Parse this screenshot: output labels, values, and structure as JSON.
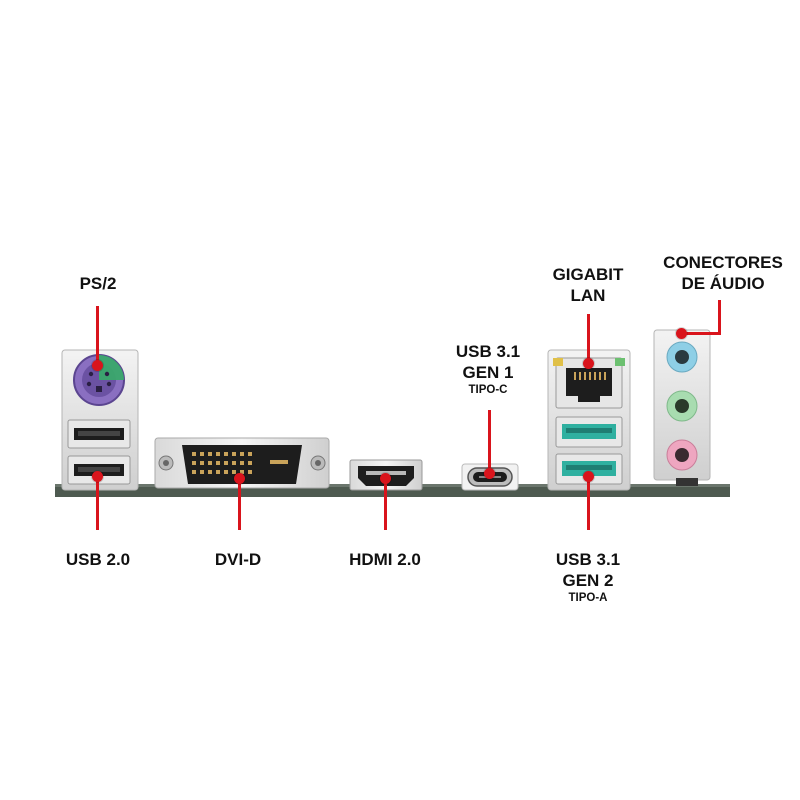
{
  "labels": {
    "ps2": "PS/2",
    "usb20": "USB 2.0",
    "dvid": "DVI-D",
    "hdmi": "HDMI 2.0",
    "usb31_gen1_line1": "USB 3.1",
    "usb31_gen1_line2": "GEN 1",
    "usb31_gen1_type": "TIPO-C",
    "gigabit_line1": "GIGABIT",
    "gigabit_line2": "LAN",
    "audio_line1": "CONECTORES",
    "audio_line2": "DE ÁUDIO",
    "usb31_gen2_line1": "USB 3.1",
    "usb31_gen2_line2": "GEN 2",
    "usb31_gen2_type": "TIPO-A"
  },
  "colors": {
    "accent": "#d9141c",
    "board": "#4e5a50",
    "ps2_purple": "#7a5fb0",
    "ps2_green": "#3aa86b",
    "usb3_teal": "#2fb0a0",
    "audio_blue": "#7fc3dd",
    "audio_green": "#9ed5a8",
    "audio_pink": "#e79bb7"
  }
}
